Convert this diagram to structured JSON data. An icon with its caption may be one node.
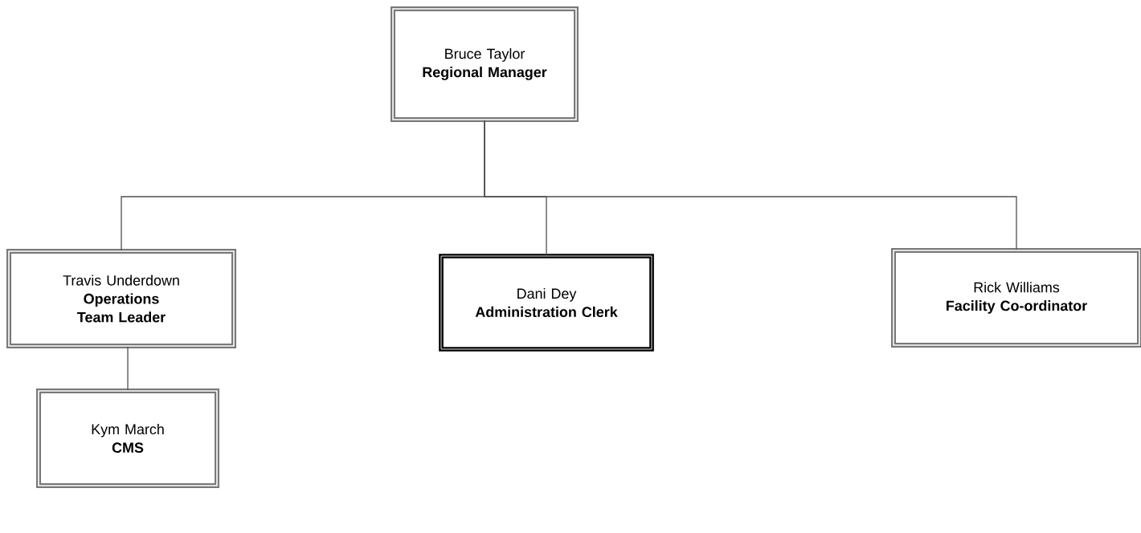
{
  "diagram": {
    "nodes": [
      {
        "text": [
          "Bruce Taylor",
          "Regional Manager"
        ]
      },
      {
        "text": [
          "Travis Underdown",
          "Operations Team Leader"
        ]
      },
      {
        "text": [
          "Dani Dey",
          "Administration Clerk"
        ]
      },
      {
        "text": [
          "Rick Williams",
          "Facility Co-ordinator"
        ]
      },
      {
        "text": [
          "Kym March",
          "CMS"
        ]
      }
    ],
    "edges": [
      {
        "from": 0,
        "to": 1,
        "arrow": "none"
      },
      {
        "from": 0,
        "to": 2,
        "arrow": "none"
      },
      {
        "from": 0,
        "to": 3,
        "arrow": "none"
      },
      {
        "from": 1,
        "to": 4,
        "arrow": "none"
      }
    ]
  }
}
